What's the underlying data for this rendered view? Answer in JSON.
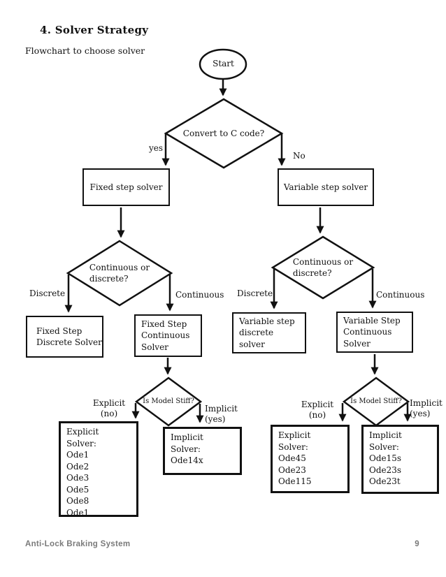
{
  "header": {
    "title": "4. Solver Strategy",
    "subtitle": "Flowchart to choose solver"
  },
  "footer": {
    "left": "Anti-Lock Braking System",
    "page_number": "9"
  },
  "colors": {
    "line": "#111111",
    "footer_text": "#7a7a7a",
    "background": "#ffffff"
  },
  "flowchart": {
    "start": {
      "label": "Start"
    },
    "decisions": {
      "convert": {
        "label": "Convert to C code?",
        "yes_label": "yes",
        "no_label": "No"
      },
      "cont_left": {
        "line1": "Continuous or",
        "line2": "discrete?",
        "discrete_label": "Discrete",
        "continuous_label": "Continuous"
      },
      "cont_right": {
        "line1": "Continuous or",
        "line2": "discrete?",
        "discrete_label": "Discrete",
        "continuous_label": "Continuous"
      },
      "stiff_left": {
        "label": "Is Model Stiff?",
        "explicit_label": "Explicit",
        "explicit_sub": "(no)",
        "implicit_label": "Implicit",
        "implicit_sub": "(yes)"
      },
      "stiff_right": {
        "label": "Is Model Stiff?",
        "explicit_label": "Explicit",
        "explicit_sub": "(no)",
        "implicit_label": "Implicit",
        "implicit_sub": "(yes)"
      }
    },
    "boxes": {
      "fixed_step": {
        "lines": [
          "Fixed step solver"
        ]
      },
      "variable_step": {
        "lines": [
          "Variable step solver"
        ]
      },
      "fixed_discrete": {
        "lines": [
          "Fixed Step",
          "Discrete Solver"
        ]
      },
      "fixed_continuous": {
        "lines": [
          "Fixed Step",
          "Continuous",
          "Solver"
        ]
      },
      "variable_discrete": {
        "lines": [
          "Variable step",
          "discrete",
          "solver"
        ]
      },
      "variable_continuous": {
        "lines": [
          "Variable Step",
          "Continuous",
          "Solver"
        ]
      },
      "explicit_fixed": {
        "lines": [
          "Explicit Solver:",
          "Ode1",
          "Ode2",
          "Ode3",
          "Ode5",
          "Ode8",
          "Ode1"
        ]
      },
      "implicit_fixed": {
        "lines": [
          "Implicit Solver:",
          "Ode14x"
        ]
      },
      "explicit_variable": {
        "lines": [
          "Explicit Solver:",
          "Ode45",
          "Ode23",
          "Ode115"
        ]
      },
      "implicit_variable": {
        "lines": [
          "Implicit Solver:",
          "Ode15s",
          "Ode23s",
          "Ode23t"
        ]
      }
    }
  }
}
